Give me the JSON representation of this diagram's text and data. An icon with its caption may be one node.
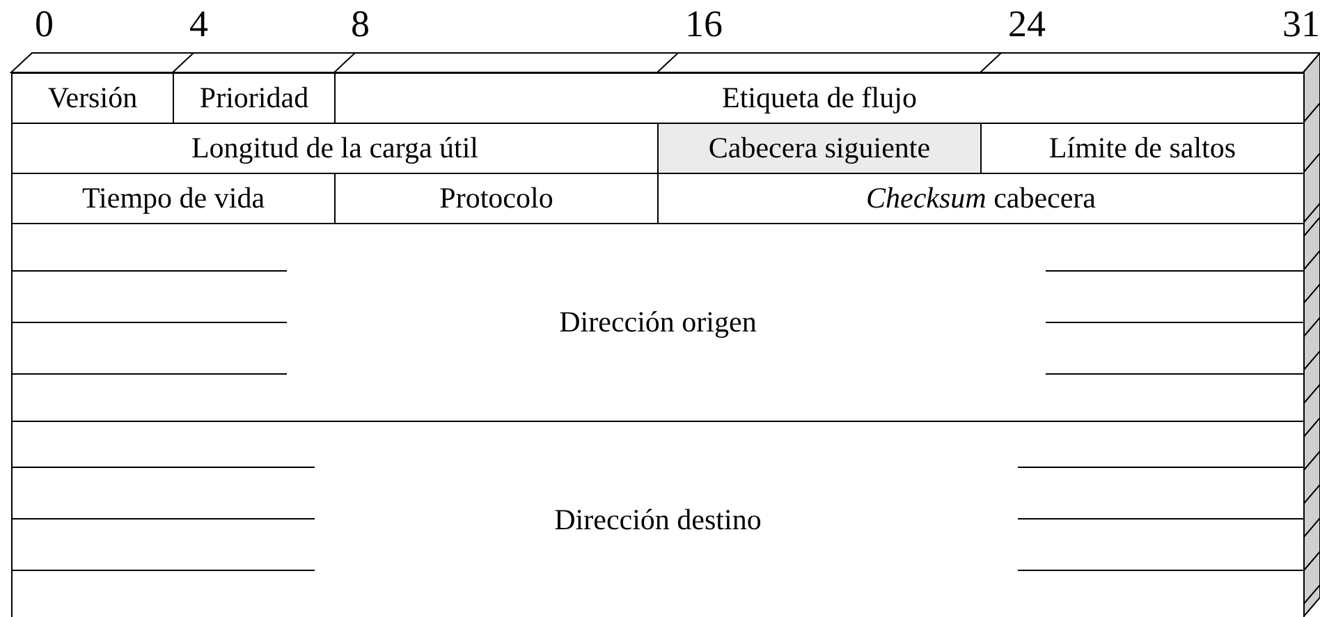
{
  "diagram": {
    "nodes": [
      {
        "text": [
          "Versión"
        ]
      },
      {
        "text": [
          "Prioridad"
        ]
      },
      {
        "text": [
          "Etiqueta de flujo"
        ]
      },
      {
        "text": [
          "Longitud de la carga útil"
        ]
      },
      {
        "text": [
          "Cabecera siguiente"
        ]
      },
      {
        "text": [
          "Límite de saltos"
        ]
      },
      {
        "text": [
          "Tiempo de vida"
        ]
      },
      {
        "text": [
          "Protocolo"
        ]
      },
      {
        "text": [
          "*Checksum* cabecera"
        ]
      },
      {
        "text": [
          "Dirección origen"
        ]
      },
      {
        "text": [
          "Dirección destino"
        ]
      }
    ],
    "edges": [],
    "labels": [
      "0",
      "4",
      "8",
      "16",
      "24",
      "31"
    ]
  }
}
